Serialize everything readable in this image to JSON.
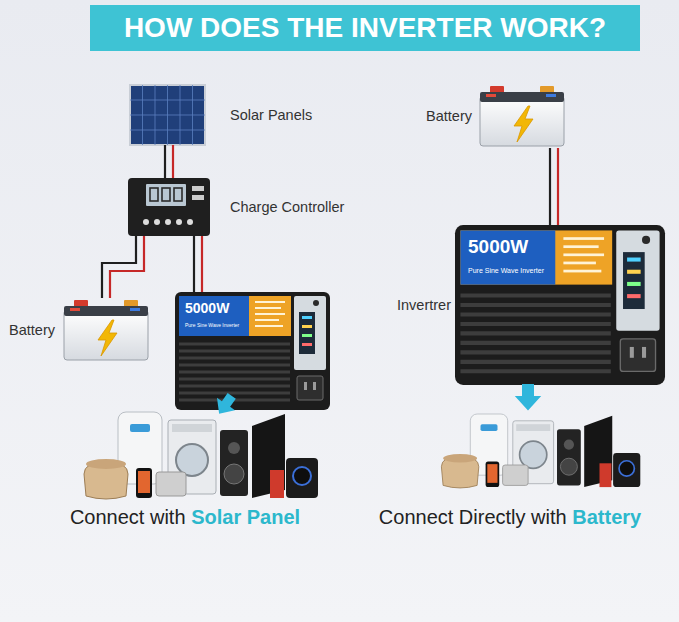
{
  "diagram": {
    "title": "HOW DOES THE INVERTER WORK?",
    "nodes": [
      {
        "text": [
          "Solar Panels"
        ]
      },
      {
        "text": [
          "Charge Controller"
        ]
      },
      {
        "text": [
          "Battery"
        ]
      },
      {
        "text": [
          "5000W",
          "Pure Sine Wave Inverter"
        ]
      },
      {
        "text": [
          "Battery"
        ]
      },
      {
        "text": [
          "Invertrer",
          "5000W",
          "Pure Sine Wave Inverter"
        ]
      }
    ],
    "edges": [
      {
        "from": 0,
        "to": 1,
        "arrow": "none"
      },
      {
        "from": 1,
        "to": 2,
        "arrow": "none"
      },
      {
        "from": 1,
        "to": 3,
        "arrow": "none"
      },
      {
        "from": 4,
        "to": 5,
        "arrow": "none"
      }
    ],
    "labels": [
      "Connect with",
      "Solar Panel",
      "Connect Directly with",
      "Battery"
    ]
  }
}
